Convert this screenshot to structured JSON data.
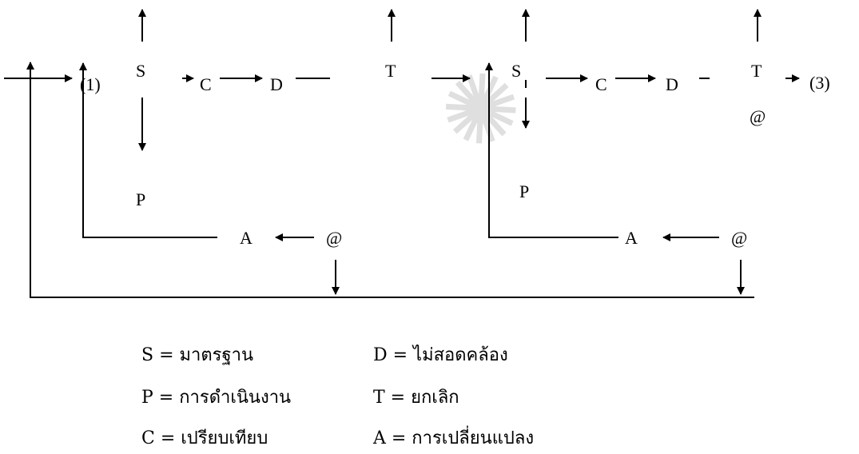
{
  "labels": {
    "start": "(1)",
    "end": "(3)",
    "s1": "S",
    "c1": "C",
    "d1": "D",
    "t1": "T",
    "p1": "P",
    "a1": "A",
    "at1": "@",
    "s2": "S",
    "c2": "C",
    "d2": "D",
    "t2": "T",
    "p2": "P",
    "a2": "A",
    "at2": "@",
    "at3": "@"
  },
  "legend": {
    "s": "S = มาตรฐาน",
    "p": "P = การดำเนินงาน",
    "c": "C = เปรียบเทียบ",
    "d": "D = ไม่สอดคล้อง",
    "t": "T = ยกเลิก",
    "a": "A = การเปลี่ยนแปลง"
  }
}
